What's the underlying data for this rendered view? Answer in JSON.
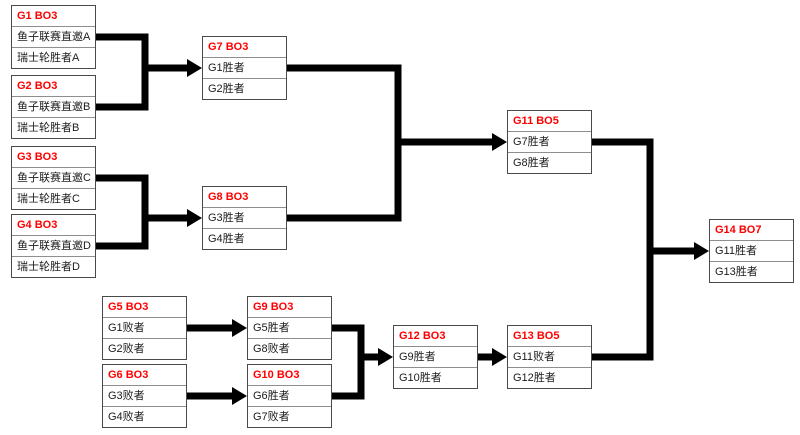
{
  "diagram": {
    "type": "double-elimination-bracket",
    "colors": {
      "match_title_red": "#ff0000",
      "connector_black": "#000000",
      "box_border_gray": "#4a4a4a",
      "row_divider_gray": "#8e8e8e",
      "background": "#ffffff"
    }
  },
  "matches": [
    {
      "id": "G1",
      "title": "G1 BO3",
      "slots": [
        "鱼子联赛直邀A",
        "瑞士轮胜者A"
      ]
    },
    {
      "id": "G2",
      "title": "G2 BO3",
      "slots": [
        "鱼子联赛直邀B",
        "瑞士轮胜者B"
      ]
    },
    {
      "id": "G3",
      "title": "G3 BO3",
      "slots": [
        "鱼子联赛直邀C",
        "瑞士轮胜者C"
      ]
    },
    {
      "id": "G4",
      "title": "G4 BO3",
      "slots": [
        "鱼子联赛直邀D",
        "瑞士轮胜者D"
      ]
    },
    {
      "id": "G5",
      "title": "G5 BO3",
      "slots": [
        "G1败者",
        "G2败者"
      ]
    },
    {
      "id": "G6",
      "title": "G6 BO3",
      "slots": [
        "G3败者",
        "G4败者"
      ]
    },
    {
      "id": "G7",
      "title": "G7 BO3",
      "slots": [
        "G1胜者",
        "G2胜者"
      ]
    },
    {
      "id": "G8",
      "title": "G8 BO3",
      "slots": [
        "G3胜者",
        "G4胜者"
      ]
    },
    {
      "id": "G9",
      "title": "G9 BO3",
      "slots": [
        "G5胜者",
        "G8败者"
      ]
    },
    {
      "id": "G10",
      "title": "G10 BO3",
      "slots": [
        "G6胜者",
        "G7败者"
      ]
    },
    {
      "id": "G11",
      "title": "G11 BO5",
      "slots": [
        "G7胜者",
        "G8胜者"
      ]
    },
    {
      "id": "G12",
      "title": "G12 BO3",
      "slots": [
        "G9胜者",
        "G10胜者"
      ]
    },
    {
      "id": "G13",
      "title": "G13 BO5",
      "slots": [
        "G11败者",
        "G12胜者"
      ]
    },
    {
      "id": "G14",
      "title": "G14 BO7",
      "slots": [
        "G11胜者",
        "G13胜者"
      ]
    }
  ]
}
